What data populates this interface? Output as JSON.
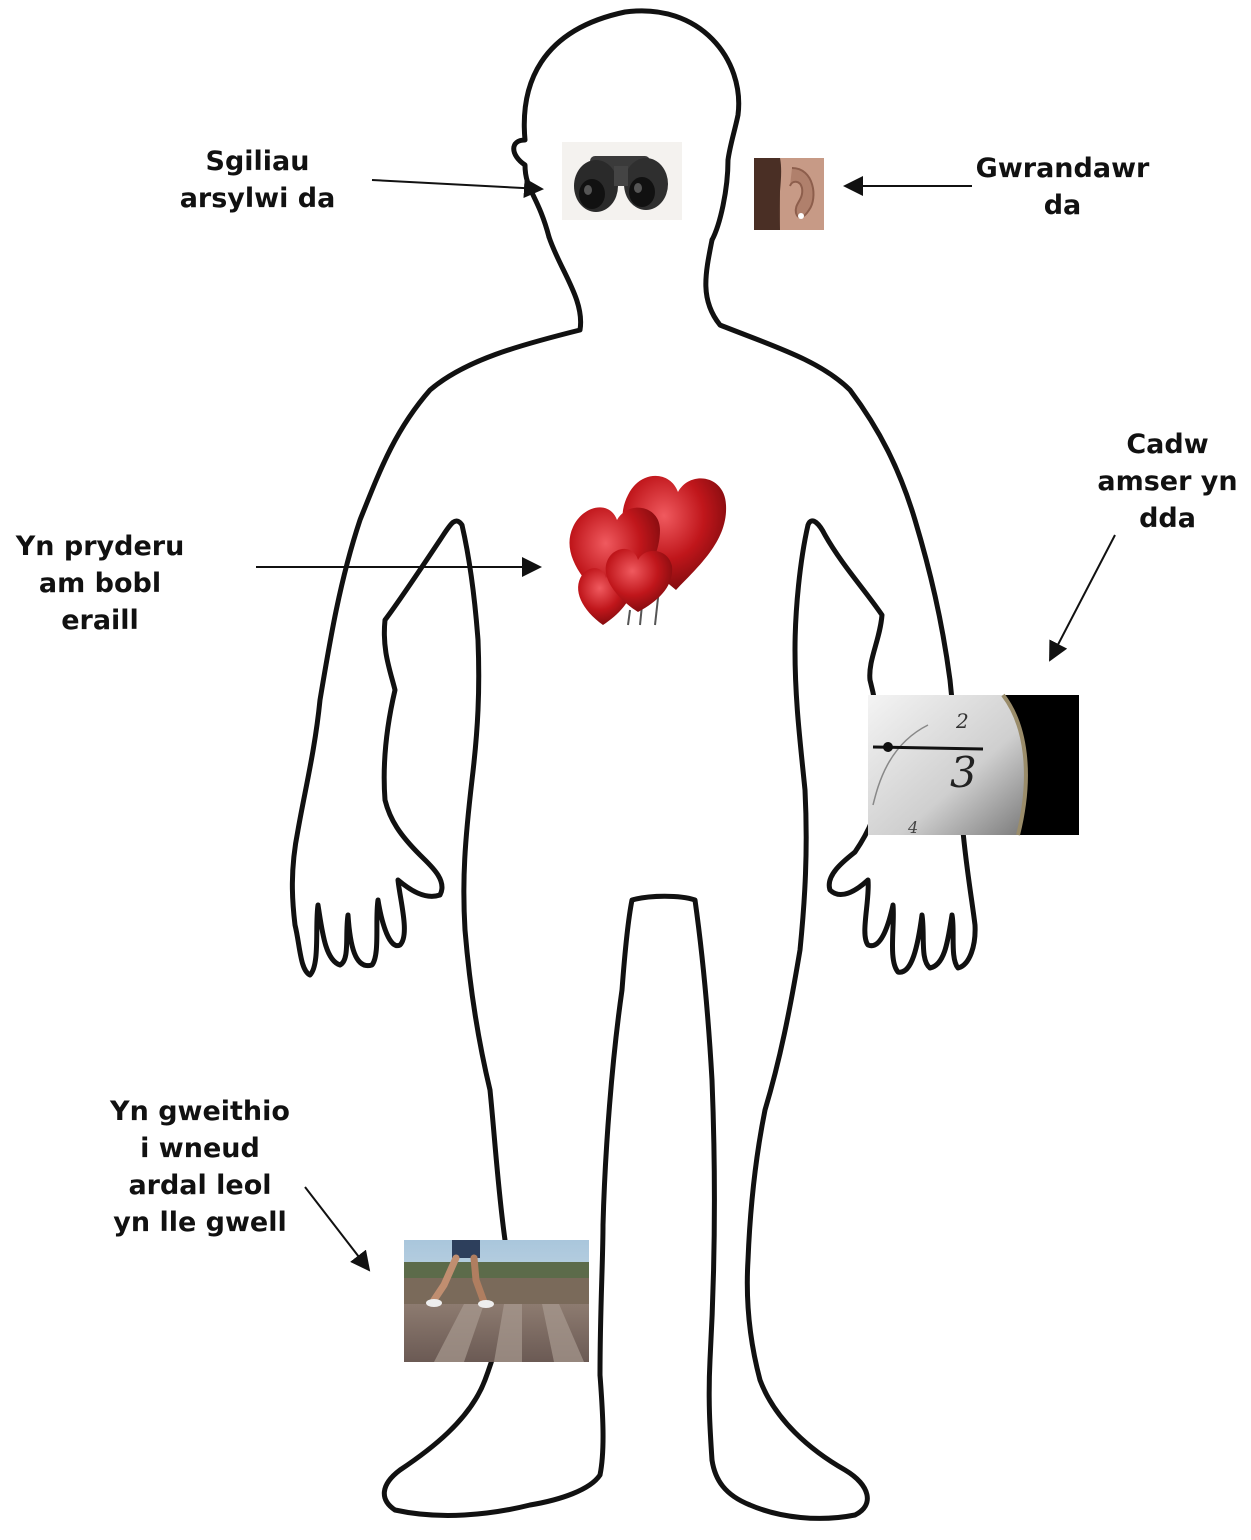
{
  "labels": {
    "observation": [
      "Sgiliau",
      "arsylwi da"
    ],
    "listener": [
      "Gwrandawr",
      "da"
    ],
    "caring": [
      "Yn pryderu",
      "am bobl",
      "eraill"
    ],
    "timekeeping": [
      "Cadw",
      "amser yn",
      "dda"
    ],
    "community": [
      "Yn gweithio",
      "i wneud",
      "ardal leol",
      "yn lle gwell"
    ]
  },
  "icons": {
    "binoculars": "binoculars-icon",
    "ear": "ear-icon",
    "hearts": "heart-balloons-icon",
    "clock": "clock-face-icon",
    "running": "running-legs-icon"
  },
  "colors": {
    "outline": "#111111",
    "heart": "#c0161b",
    "heart_light": "#e8454a"
  }
}
